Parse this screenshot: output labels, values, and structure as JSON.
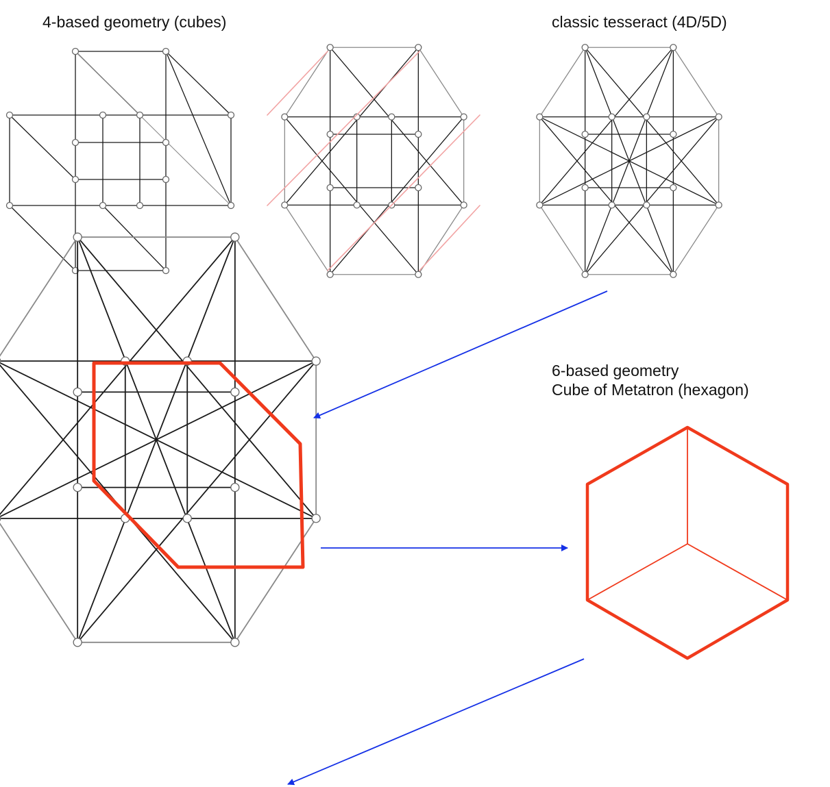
{
  "labels": {
    "four_based": "4-based geometry (cubes)",
    "classic_tesseract": "classic tesseract (4D/5D)",
    "six_based_line1": "6-based geometry",
    "six_based_line2": "Cube of Metatron (hexagon)"
  },
  "colors": {
    "edge": "#1a1a1a",
    "edge_light": "#8a8a8a",
    "highlight": "#f03a1c",
    "highlight_faint": "#f2a3a3",
    "arrow": "#1430e6",
    "vertex_fill": "#ffffff",
    "vertex_stroke": "#666666"
  },
  "figures": [
    {
      "id": "figure-cubes-pair",
      "description": "two overlapping cubes"
    },
    {
      "id": "figure-tesseract-red-diagonals",
      "description": "tesseract projection with red diagonals"
    },
    {
      "id": "figure-classic-tesseract",
      "description": "classic tesseract projection"
    },
    {
      "id": "figure-tesseract-highlighted",
      "description": "enlarged tesseract with red hexagon outline"
    },
    {
      "id": "figure-metatron-hexagon",
      "description": "hexagon cube outline"
    }
  ]
}
